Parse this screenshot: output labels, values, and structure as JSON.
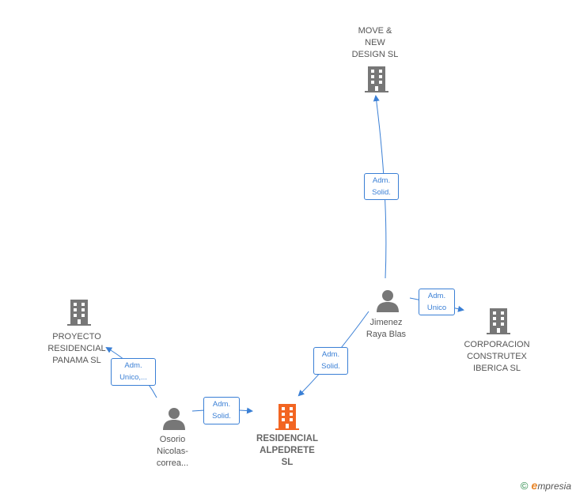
{
  "nodes": {
    "move_new_design": {
      "label": "MOVE &\nNEW\nDESIGN SL"
    },
    "jimenez": {
      "label": "Jimenez\nRaya Blas"
    },
    "corporacion": {
      "label": "CORPORACION\nCONSTRUTEX\nIBERICA  SL"
    },
    "proyecto": {
      "label": "PROYECTO\nRESIDENCIAL\nPANAMA  SL"
    },
    "osorio": {
      "label": "Osorio\nNicolas-\ncorrea..."
    },
    "residencial": {
      "label": "RESIDENCIAL\nALPEDRETE\nSL"
    }
  },
  "relations": {
    "r1": {
      "label": "Adm.\nSolid."
    },
    "r2": {
      "label": "Adm.\nUnico"
    },
    "r3": {
      "label": "Adm.\nSolid."
    },
    "r4": {
      "label": "Adm.\nUnico,..."
    },
    "r5": {
      "label": "Adm.\nSolid."
    }
  },
  "colors": {
    "company": "#777777",
    "main_company": "#f26522",
    "person": "#777777",
    "edge": "#3a7fd5"
  },
  "footer": {
    "copyright": "©",
    "brand_initial": "e",
    "brand_rest": "mpresia"
  }
}
